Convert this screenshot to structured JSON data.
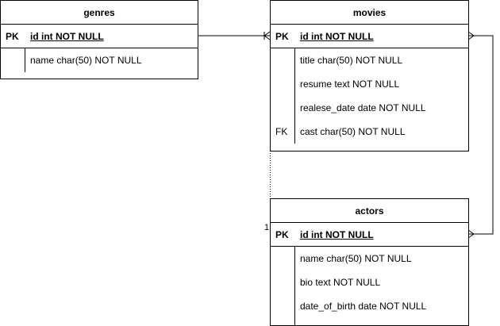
{
  "entities": {
    "genres": {
      "title": "genres",
      "pk": {
        "key": "PK",
        "field": "id int NOT NULL"
      },
      "fields": [
        {
          "key": "",
          "field": "name char(50) NOT NULL"
        }
      ]
    },
    "movies": {
      "title": "movies",
      "pk": {
        "key": "PK",
        "field": "id int NOT NULL"
      },
      "fields": [
        {
          "key": "",
          "field": "title char(50) NOT NULL"
        },
        {
          "key": "",
          "field": "resume text NOT NULL"
        },
        {
          "key": "",
          "field": "realese_date date NOT NULL"
        },
        {
          "key": "FK",
          "field": "cast char(50) NOT NULL"
        }
      ]
    },
    "actors": {
      "title": "actors",
      "pk": {
        "key": "PK",
        "field": "id int NOT NULL"
      },
      "fields": [
        {
          "key": "",
          "field": "name char(50) NOT NULL"
        },
        {
          "key": "",
          "field": "bio text NOT NULL"
        },
        {
          "key": "",
          "field": "date_of_birth date NOT NULL"
        }
      ]
    }
  },
  "relationships": [
    {
      "from": "genres",
      "to": "movies",
      "to_end": "one-or-many"
    },
    {
      "from": "movies",
      "to": "actors",
      "from_end": "many",
      "to_end": "many"
    },
    {
      "from": "movies",
      "to": "actors",
      "style": "dotted",
      "label": "1"
    }
  ]
}
